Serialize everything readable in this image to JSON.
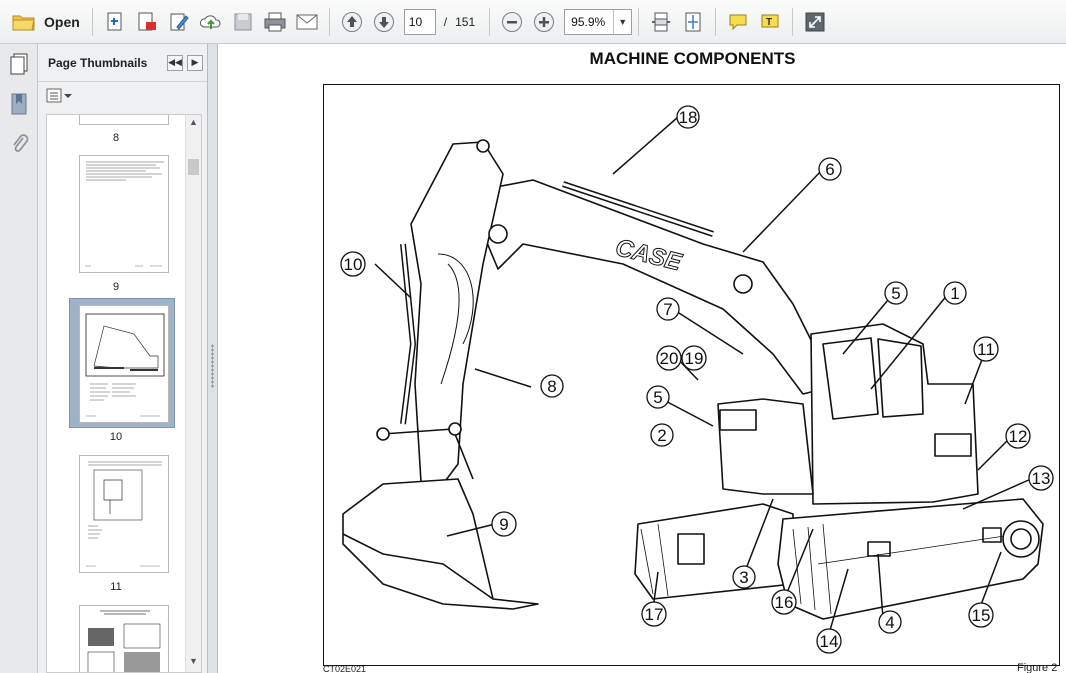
{
  "toolbar": {
    "open_label": "Open",
    "page_current": "10",
    "page_separator": "/",
    "page_total": "151",
    "zoom_value": "95.9%"
  },
  "panel": {
    "title": "Page Thumbnails",
    "thumbnails": [
      {
        "page": "8"
      },
      {
        "page": "9"
      },
      {
        "page": "10",
        "selected": true
      },
      {
        "page": "11"
      }
    ]
  },
  "document": {
    "title": "MACHINE COMPONENTS",
    "figure_code": "CT02E021",
    "figure_label": "Figure 2",
    "brand_text": "CASE",
    "callouts": [
      "1",
      "2",
      "3",
      "4",
      "5",
      "5",
      "6",
      "7",
      "8",
      "9",
      "10",
      "11",
      "12",
      "13",
      "14",
      "15",
      "16",
      "17",
      "18",
      "19",
      "20"
    ]
  },
  "colors": {
    "selected_thumb": "#9fb3c8",
    "toolbar_bg": "#eceeef"
  }
}
